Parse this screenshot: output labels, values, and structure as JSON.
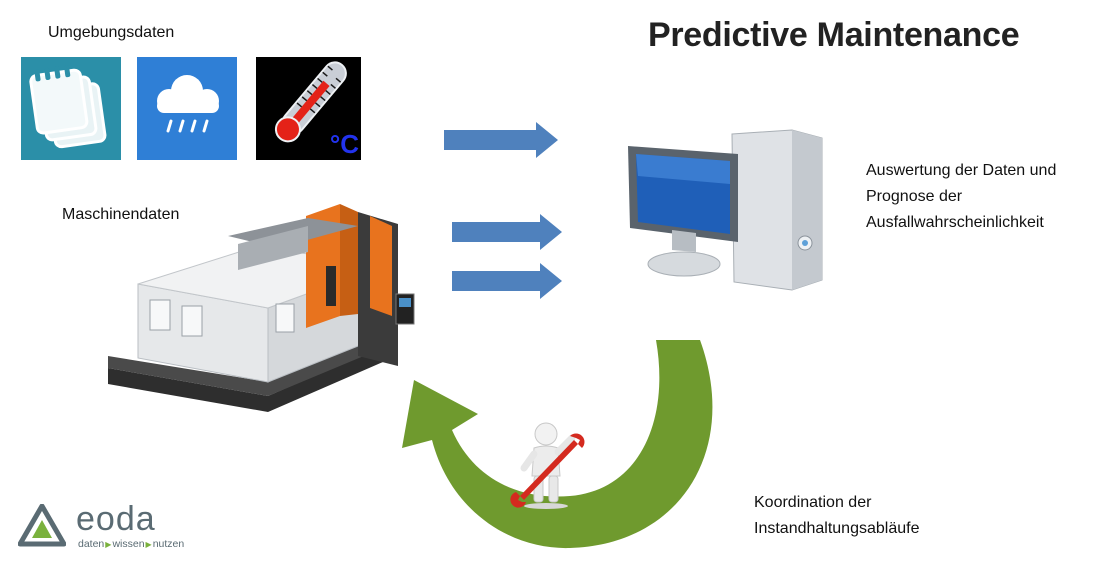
{
  "title": "Predictive Maintenance",
  "labels": {
    "environment": "Umgebungsdaten",
    "machine": "Maschinendaten",
    "analysis_lines": [
      "Auswertung der Daten und",
      "Prognose der",
      "Ausfallwahrscheinlichkeit"
    ],
    "coordination_lines": [
      "Koordination der",
      "Instandhaltungsabläufe"
    ]
  },
  "thermometer_unit": "°C",
  "logo": {
    "name": "eoda",
    "tagline": [
      "daten",
      "wissen",
      "nutzen"
    ]
  },
  "colors": {
    "arrow_blue": "#4f81bd",
    "cycle_green": "#6f9a2e",
    "calendar_tile": "#2b8fa8",
    "weather_tile": "#2f7fd6",
    "thermo_tile": "#000000",
    "machine_orange": "#e8731e",
    "tool_red": "#d42a1f"
  },
  "icons": [
    "calendar-icon",
    "rain-cloud-icon",
    "thermometer-icon",
    "computer-icon",
    "machine-image",
    "mechanic-wrench-icon"
  ]
}
